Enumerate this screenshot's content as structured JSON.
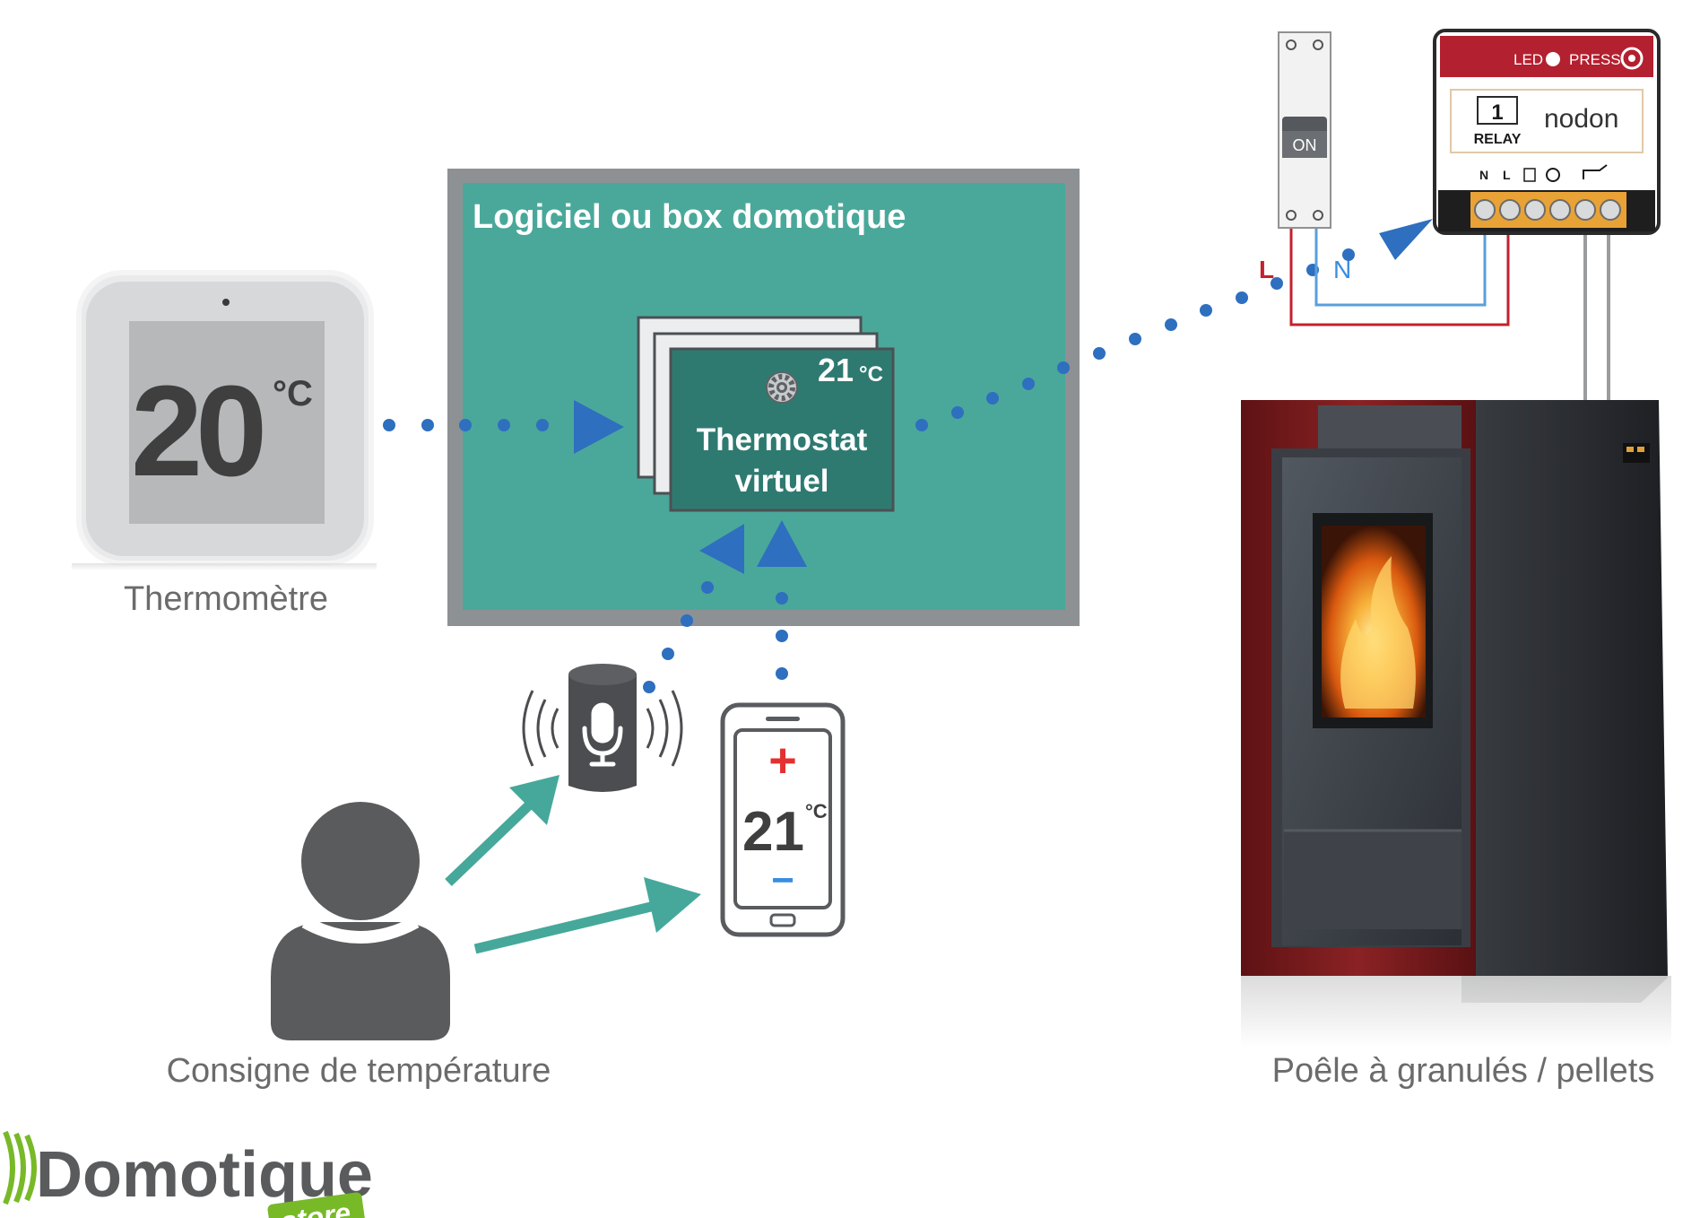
{
  "box": {
    "title": "Logiciel ou box domotique",
    "thermostat": {
      "temp": "21",
      "unit": "°C",
      "label_line1": "Thermostat",
      "label_line2": "virtuel",
      "icon": "gear-icon"
    }
  },
  "thermometer": {
    "temp": "20",
    "unit": "°C",
    "caption": "Thermomètre"
  },
  "phone": {
    "plus": "+",
    "minus": "−",
    "temp": "21",
    "unit": "°C"
  },
  "speaker": {
    "icon": "microphone-icon"
  },
  "user": {
    "caption": "Consigne de température",
    "icon": "person-icon"
  },
  "breaker": {
    "state": "ON"
  },
  "relay": {
    "led_label": "LED",
    "press_label": "PRESS",
    "channel": "1",
    "type": "RELAY",
    "brand": "nodon",
    "terminals": [
      "N",
      "L"
    ]
  },
  "wires": {
    "live": "L",
    "neutral": "N"
  },
  "stove": {
    "caption": "Poêle à granulés / pellets"
  },
  "logo": {
    "brand": "Domotique",
    "sub": "store"
  },
  "colors": {
    "teal_box": "#4aa89a",
    "panel_dark": "#2e7a70",
    "link_blue": "#2e6fbf",
    "user_arrow": "#45a89a",
    "stove_red": "#7a1a1c",
    "relay_red": "#b3202f",
    "plus_red": "#e53030",
    "minus_blue": "#3a8de0",
    "logo_green": "#78b928"
  }
}
